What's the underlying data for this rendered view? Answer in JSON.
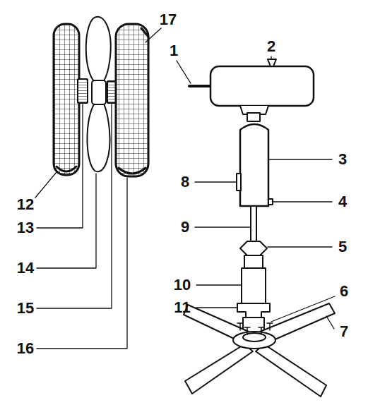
{
  "diagram": {
    "labels": [
      "17",
      "1",
      "2",
      "3",
      "8",
      "4",
      "9",
      "5",
      "12",
      "10",
      "6",
      "11",
      "7",
      "13",
      "14",
      "15",
      "16"
    ]
  }
}
